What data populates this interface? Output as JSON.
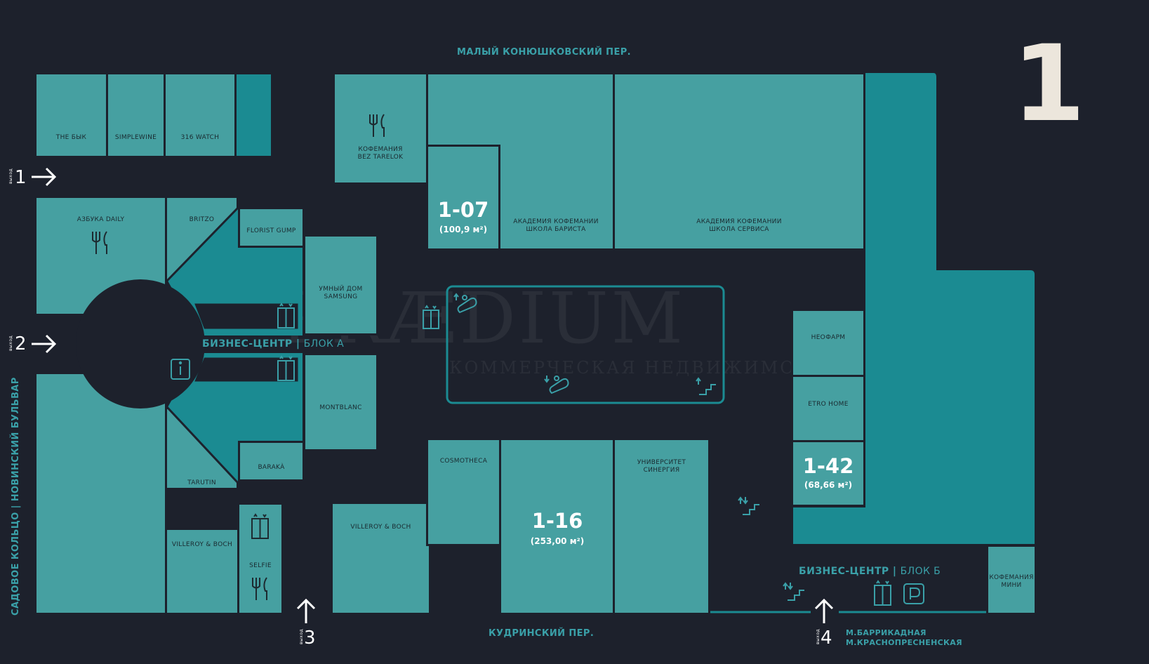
{
  "floor_number": "1",
  "streets": {
    "top": "МАЛЫЙ КОНЮШКОВСКИЙ ПЕР.",
    "bottom": "КУДРИНСКИЙ ПЕР.",
    "left": "САДОВОЕ КОЛЬЦО | НОВИНСКИЙ БУЛЬВАР"
  },
  "business_centers": {
    "a_main": "БИЗНЕС-ЦЕНТР | ",
    "a_sub": "БЛОК А",
    "b_main": "БИЗНЕС-ЦЕНТР | ",
    "b_sub": "БЛОК Б"
  },
  "exits": {
    "word": "выход",
    "e1": "1",
    "e2": "2",
    "e3": "3",
    "e4": "4"
  },
  "metro": {
    "line1": "М.БАРРИКАДНАЯ",
    "line2": "М.КРАСНОПРЕСНЕНСКАЯ"
  },
  "watermark": {
    "main": "PRÆDIUM",
    "sub": "КОММЕРЧЕСКАЯ НЕДВИЖИМОСТЬ"
  },
  "shops": {
    "the_byk": "THE БЫК",
    "simplewine": "SIMPLEWINE",
    "watch_316": "316 WATCH",
    "kofemania_bez_line1": "КОФЕМАНИЯ",
    "kofemania_bez_line2": "BEZ TARELOK",
    "akademiya_barista_line1": "АКАДЕМИЯ КОФЕМАНИИ",
    "akademiya_barista_line2": "ШКОЛА БАРИСТА",
    "akademiya_servisa_line1": "АКАДЕМИЯ КОФЕМАНИИ",
    "akademiya_servisa_line2": "ШКОЛА СЕРВИСА",
    "azbuka": "АЗБУКА DAILY",
    "britzo": "BRITZO",
    "florist": "FLORIST GUMP",
    "samsung_line1": "УМНЫЙ ДОМ",
    "samsung_line2": "SAMSUNG",
    "neofarm": "НЕОФАРМ",
    "etro": "ETRO HOME",
    "montblanc": "MONTBLANC",
    "baraka": "BARAKÀ",
    "tarutin": "TARUTIN",
    "villeroy_left": "VILLEROY & BOCH",
    "selfie": "SELFIE",
    "villeroy_center": "VILLEROY & BOCH",
    "cosmotheca": "COSMOTHECA",
    "sinergiya_line1": "УНИВЕРСИТЕТ",
    "sinergiya_line2": "СИНЕРГИЯ",
    "kofemania_mini_line1": "КОФЕМАНИЯ",
    "kofemania_mini_line2": "МИНИ"
  },
  "available": {
    "u107_code": "1-07",
    "u107_area": "(100,9 м²)",
    "u116_code": "1-16",
    "u116_area": "(253,00 м²)",
    "u142_code": "1-42",
    "u142_area": "(68,66 м²)"
  },
  "colors": {
    "background": "#1d212c",
    "unit": "#46a0a1",
    "unit_dark": "#1b8b92",
    "label": "#3aa0a8",
    "floor_number": "#ece6dc"
  },
  "icons": [
    "restaurant-icon",
    "elevator-icon",
    "escalator-icon",
    "stairs-icon",
    "info-icon",
    "parking-icon",
    "exit-arrow-icon"
  ]
}
